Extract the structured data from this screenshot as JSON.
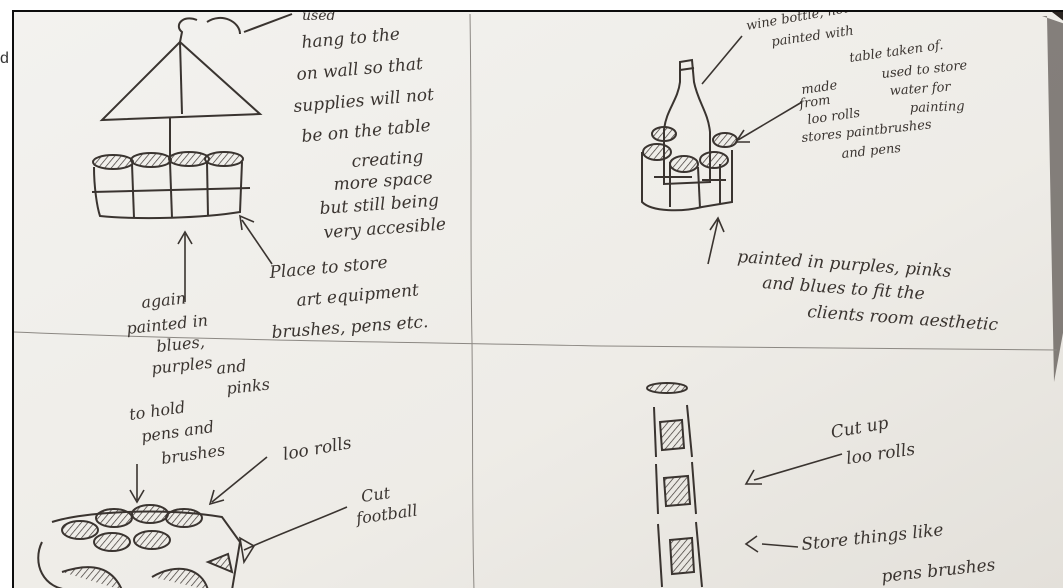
{
  "edge_label": "d",
  "notes": {
    "top_left": {
      "heading_fragment": "used",
      "description": [
        "hang to the",
        "on wall so that",
        "supplies will not",
        "be on the table",
        "creating",
        "more space",
        "but still being",
        "very accesible"
      ],
      "place_note": [
        "Place to store",
        "art equipment",
        "brushes, pens etc."
      ],
      "color_note": [
        "again",
        "painted in",
        "blues,",
        "purples",
        "and",
        "pinks"
      ]
    },
    "top_right": {
      "bottle_note": [
        "wine bottle, not",
        "painted with",
        "table taken of.",
        "used to store",
        "water for",
        "painting"
      ],
      "rolls_note": [
        "made",
        "from",
        "loo rolls",
        "stores paintbrushes",
        "and pens"
      ],
      "paint_note": [
        "painted in purples, pinks",
        "and blues to fit the",
        "clients room aesthetic"
      ]
    },
    "bottom_left": {
      "hold_note": [
        "to hold",
        "pens and",
        "brushes"
      ],
      "rolls_label": "loo rolls",
      "football_label": [
        "Cut",
        "football"
      ]
    },
    "bottom_right": {
      "cut_note": [
        "Cut up",
        "loo rolls"
      ],
      "store_note": [
        "Store things like",
        "pens brushes"
      ]
    }
  },
  "colors": {
    "paper": "#f2f0ec",
    "ink": "#3a3430",
    "shadow": "#2b2521"
  }
}
